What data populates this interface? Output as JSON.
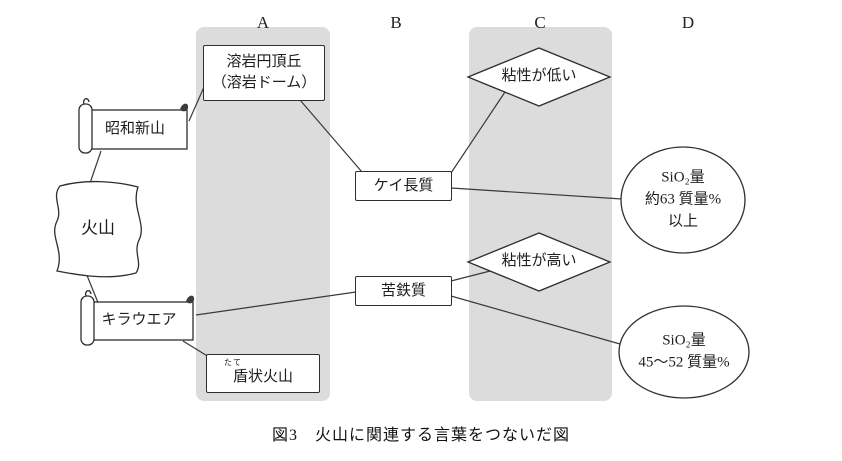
{
  "figure": {
    "caption": "図3　火山に関連する言葉をつないだ図"
  },
  "columns": {
    "a": "A",
    "b": "B",
    "c": "C",
    "d": "D"
  },
  "nodes": {
    "volcano": "火山",
    "showa_shinzan": "昭和新山",
    "kilauea": "キラウエア",
    "lava_dome": {
      "line1": "溶岩円頂丘",
      "line2": "（溶岩ドーム）"
    },
    "shield_volcano": {
      "furigana": "たて",
      "label": "盾状火山"
    },
    "felsic": "ケイ長質",
    "mafic": "苦鉄質",
    "viscosity_low": "粘性が低い",
    "viscosity_high": "粘性が高い",
    "sio2_high": {
      "line1": "SiO₂量",
      "line2": "約63 質量%",
      "line3": "以上"
    },
    "sio2_low": {
      "line1": "SiO₂量",
      "line2": "45～52 質量%"
    }
  },
  "colors": {
    "band": "#dcdcdc",
    "stroke": "#2e2e2e"
  }
}
